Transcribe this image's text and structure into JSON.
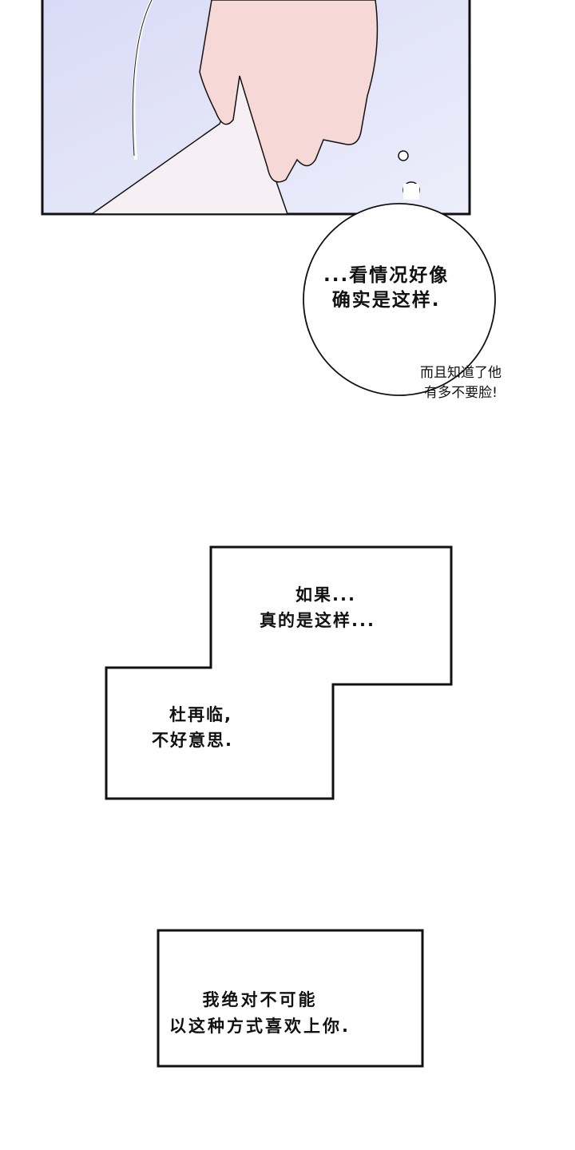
{
  "panels": {
    "bubble": {
      "lines": [
        "...看情况好像",
        "确实是这样."
      ]
    },
    "aside": {
      "lines": [
        "而且知道了他",
        "有多不要脸!"
      ]
    },
    "box1": {
      "lines": [
        "如果...",
        "真的是这样..."
      ]
    },
    "box2": {
      "lines": [
        "杜再临,",
        "不好意思."
      ]
    },
    "box3": {
      "lines": [
        "我绝对不可能",
        "以这种方式喜欢上你."
      ]
    }
  },
  "colors": {
    "sky": "#dfe0f7",
    "skin": "#f6d8d6",
    "paper": "#f7eef3",
    "ink": "#111111"
  }
}
